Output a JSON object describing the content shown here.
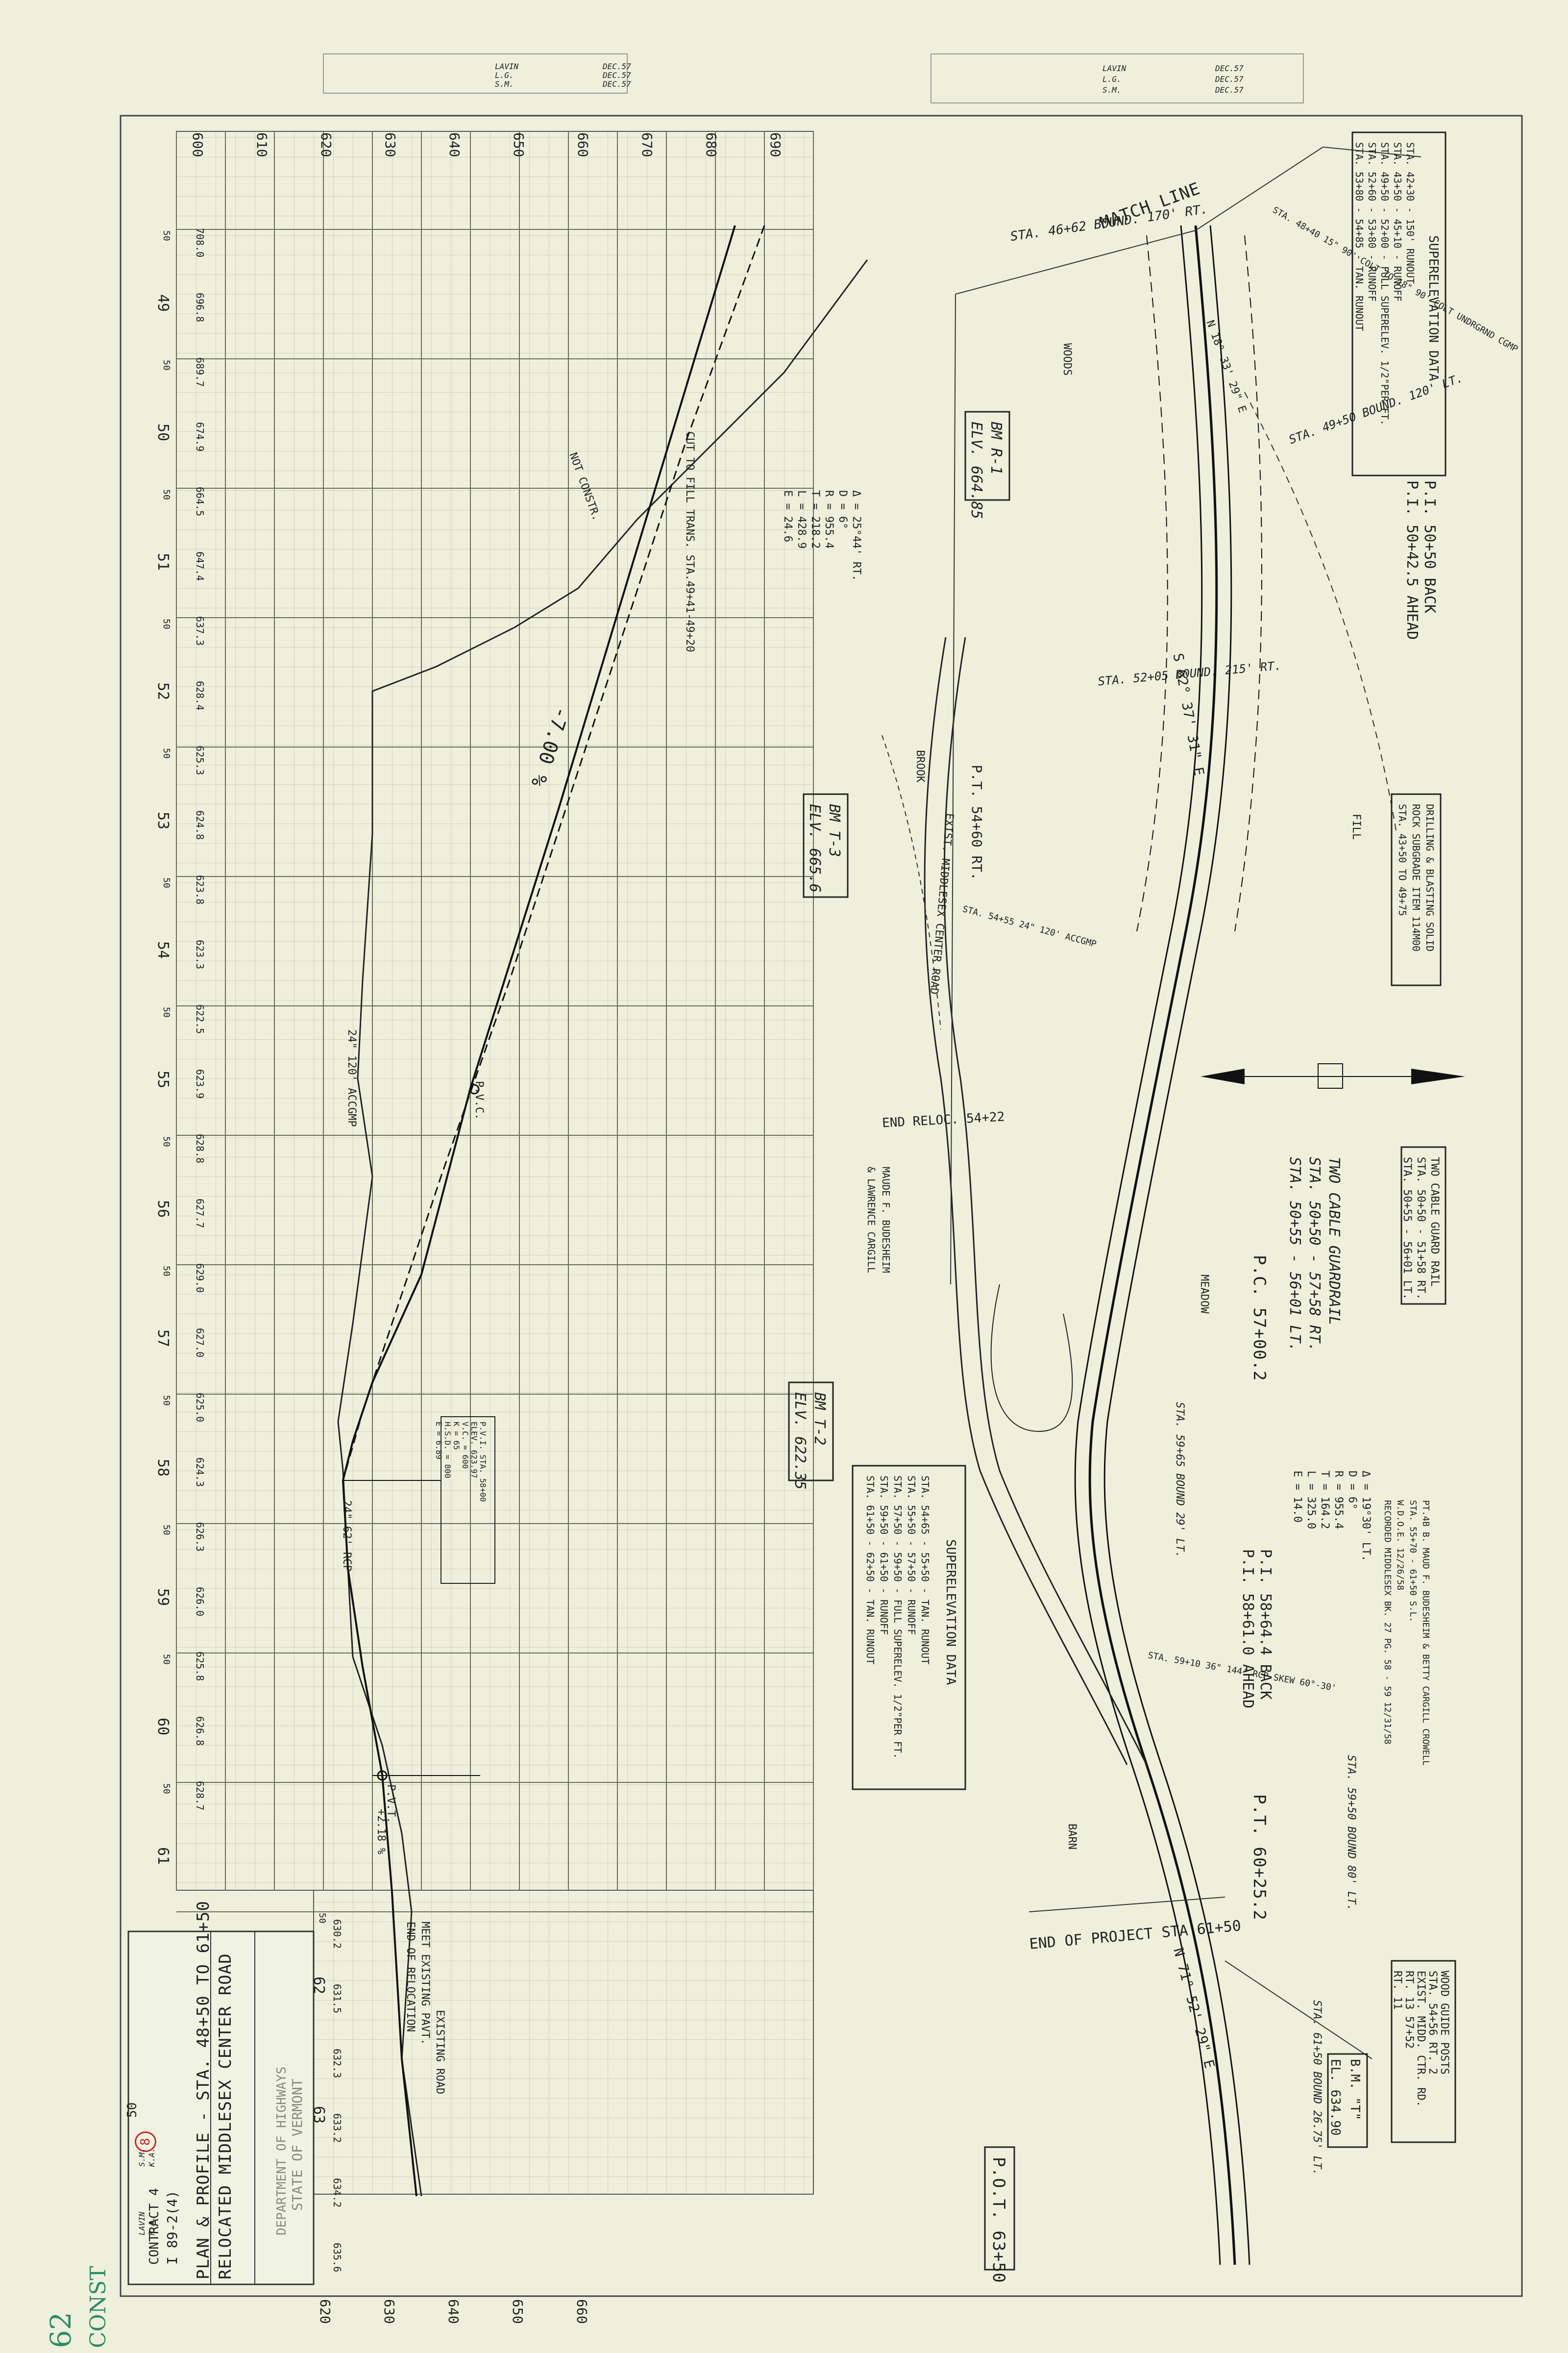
{
  "title_block": {
    "title": "RELOCATED MIDDLESEX CENTER ROAD",
    "subtitle": "PLAN & PROFILE - STA. 48+50 TO 61+50",
    "state": "STATE OF VERMONT",
    "department": "DEPARTMENT OF HIGHWAYS",
    "project": "I 89-2(4)",
    "contract": "CONTRACT 4",
    "sheet_no": "8",
    "sheet_total": "50",
    "stamp": "CONST",
    "stamp_num": "62"
  },
  "profile": {
    "elevations_top": [
      "600",
      "610",
      "620",
      "630",
      "640",
      "650",
      "660",
      "670",
      "680",
      "690"
    ],
    "elevations_bottom": [
      "620",
      "630",
      "640",
      "650",
      "660"
    ],
    "stations": [
      "49",
      "50",
      "51",
      "52",
      "53",
      "54",
      "55",
      "56",
      "57",
      "58",
      "59",
      "60",
      "61",
      "62",
      "63"
    ],
    "ground_elevs": [
      "708.0",
      "696.8",
      "689.7",
      "674.9",
      "664.5",
      "647.4",
      "637.3",
      "628.4",
      "625.3",
      "624.8",
      "623.8",
      "623.3",
      "622.5",
      "623.9",
      "628.8",
      "627.7",
      "629.0",
      "627.0",
      "625.0",
      "624.3",
      "626.3",
      "626.0",
      "625.8",
      "626.8",
      "628.7",
      "630.2",
      "631.5",
      "632.3",
      "633.2",
      "634.2",
      "635.6"
    ],
    "half_label": "50",
    "pvc": "P.V.C.",
    "pvt": "P.V.T.",
    "grade_down": "-7.00 %",
    "grade_up": "+2.18 %",
    "pvi_box": [
      "P.V.I. STA. 58+00",
      "ELEV. 623.97",
      "V.C. = 600",
      "K = 65",
      "H.S.D. = 800",
      "E = 6.89"
    ],
    "culvert_1": "24\" 120' ACCGMP",
    "culvert_2": "24\" 62' RCP",
    "meet": "MEET EXISTING PAVT.",
    "end_relocation": "END OF RELOCATION",
    "existing_road": "EXISTING ROAD",
    "not_constr": "NOT CONSTR.",
    "cut_fill": "CUT TO FILL TRANS. STA.49+41-49+20"
  },
  "plan": {
    "superelevation_1": {
      "heading": "SUPERELEVATION DATA",
      "rows": [
        "STA. 42+30 - 150' RUNOUT",
        "STA. 43+50 - 45+10 - RUNOFF",
        "STA. 49+50 - 52+00 - FULL SUPERELEV. 1/2\"PER FT.",
        "STA. 52+60 - 53+80 - RUNOFF",
        "STA. 53+80 - 54+85 - TAN. RUNOUT"
      ]
    },
    "superelevation_2": {
      "heading": "SUPERELEVATION DATA",
      "rows": [
        "STA. 54+65 - 55+50 - TAN. RUNOUT",
        "STA. 55+50 - 57+50 - RUNOFF",
        "STA. 57+50 - 59+50 - FULL SUPERELEV. 1/2\"PER FT.",
        "STA. 59+50 - 61+50 - RUNOFF",
        "STA. 61+50 - 62+50 - TAN. RUNOUT"
      ]
    },
    "curve_1": [
      "Δ = 25°44' RT.",
      "D = 6°",
      "R = 955.4",
      "T = 218.2",
      "L = 428.9",
      "E = 24.6"
    ],
    "curve_2": [
      "Δ = 19°30' LT.",
      "D = 6°",
      "R = 955.4",
      "T = 164.2",
      "L = 325.0",
      "E = 14.0"
    ],
    "pi_1": [
      "P.I. 50+50 BACK",
      "P.I. 50+42.5 AHEAD"
    ],
    "pi_2": [
      "P.I. 58+64.4 BACK",
      "P.I. 58+61.0 AHEAD"
    ],
    "pc": "P.C. 57+00.2",
    "pt_1": "P.T. 54+60 RT.",
    "pt_2": "P.T. 60+25.2",
    "pot": "P.O.T. 63+50",
    "end_project": "END OF PROJECT STA 61+50",
    "end_reloc": "END RELOC. 54+22",
    "bm_r1": [
      "BM R-1",
      "ELV. 664.85"
    ],
    "bm_t3": [
      "BM T-3",
      "ELV. 665.6"
    ],
    "bm_t2": [
      "BM T-2",
      "ELV. 622.35"
    ],
    "bm_t_box": [
      "B.M. \"T\"",
      "EL. 634.90"
    ],
    "drilling": [
      "DRILLING & BLASTING SOLID",
      "ROCK SUBGRADE ITEM 114M00",
      "STA. 43+50 TO 49+75"
    ],
    "guard_rail": [
      "TWO CABLE GUARD RAIL",
      "STA. 50+50 - 51+58 RT.",
      "STA. 50+55 - 56+01 LT."
    ],
    "guard_rail_hand": [
      "TWO CABLE GUARDRAIL",
      "STA. 50+50 - 57+58 RT.",
      "STA. 50+55 - 56+01 LT."
    ],
    "wood_posts": [
      "WOOD GUIDE POSTS",
      "STA. 54+56 RT. 2",
      "EXIST. MIDD. CTR. RD.",
      "RT. 13  57+52",
      "RT. 11"
    ],
    "bearing_1": "S 62° 37' 31\" E",
    "bearing_2": "N 71° 52' 29\" E",
    "bearing_3": "N 18° 33' 29\" E",
    "match": "MATCH LINE",
    "woods": "WOODS",
    "meadow": "MEADOW",
    "brook": "BROOK",
    "barn": "BARN",
    "middlesex_road": "EXIST. MIDDLESEX CENTER ROAD",
    "owners": [
      "MAUDE F. BUDESHEIM",
      "& LAWRENCE CARGILL"
    ],
    "deed": [
      "PT.4B B. MAUD F. BUDESHEIM & BETTY CARGILL CROWELL",
      "STA. 55+70 - 61+50 S.L.",
      "W.D.O.E. 12/26/58",
      "RECORDED MIDDLESEX BK. 27 PG. 58 - 59 12/31/58"
    ],
    "sta_bounds": [
      "STA. 46+62 BOUND. 170' RT.",
      "STA. 49+50 BOUND. 120' LT.",
      "STA. 52+05 BOUND. 215' RT.",
      "STA. 59+65 BOUND 29' LT.",
      "STA. 59+50 BOUND 80' LT.",
      "STA. 61+50 BOUND 26.75' LT."
    ],
    "pipe_1": "STA. 48+40 15\" 90' COLT TO 18\" 90' COLT UNDRGRND CGMP",
    "pipe_2": "STA. 54+55 24\" 120' ACCGMP",
    "pipe_3": "STA. 59+10 36\" 144' RCP SKEW 60°-30'",
    "fill": "FILL"
  },
  "revision_block": [
    "LAVIN",
    "L.G.",
    "S.M.",
    "DEC.57",
    "DEC.57",
    "DEC.57"
  ],
  "signatures": [
    "LAVIN",
    "R.A.",
    "S.M.",
    "K.A."
  ]
}
